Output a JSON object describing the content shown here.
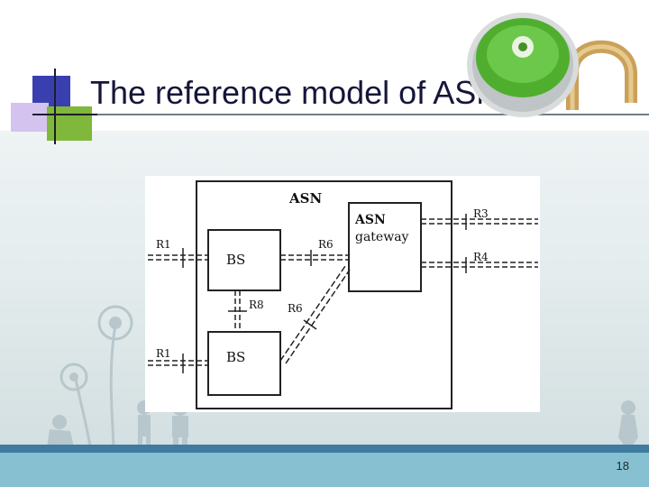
{
  "slide": {
    "title": "The reference model of ASN",
    "page_number": "18"
  },
  "diagram": {
    "asn_label": "ASN",
    "gateway_line1": "ASN",
    "gateway_line2": "gateway",
    "bs_top": "BS",
    "bs_bottom": "BS",
    "r1_top": "R1",
    "r1_bottom": "R1",
    "r6_top": "R6",
    "r6_diag": "R6",
    "r8": "R8",
    "r3": "R3",
    "r4": "R4"
  },
  "colors": {
    "title": "#16163a",
    "footer_bar": "#87c1d1",
    "footer_dark": "#3f7aa0",
    "lock_dial": "#4fae2e"
  },
  "icons": {
    "lock": "padlock-icon"
  }
}
